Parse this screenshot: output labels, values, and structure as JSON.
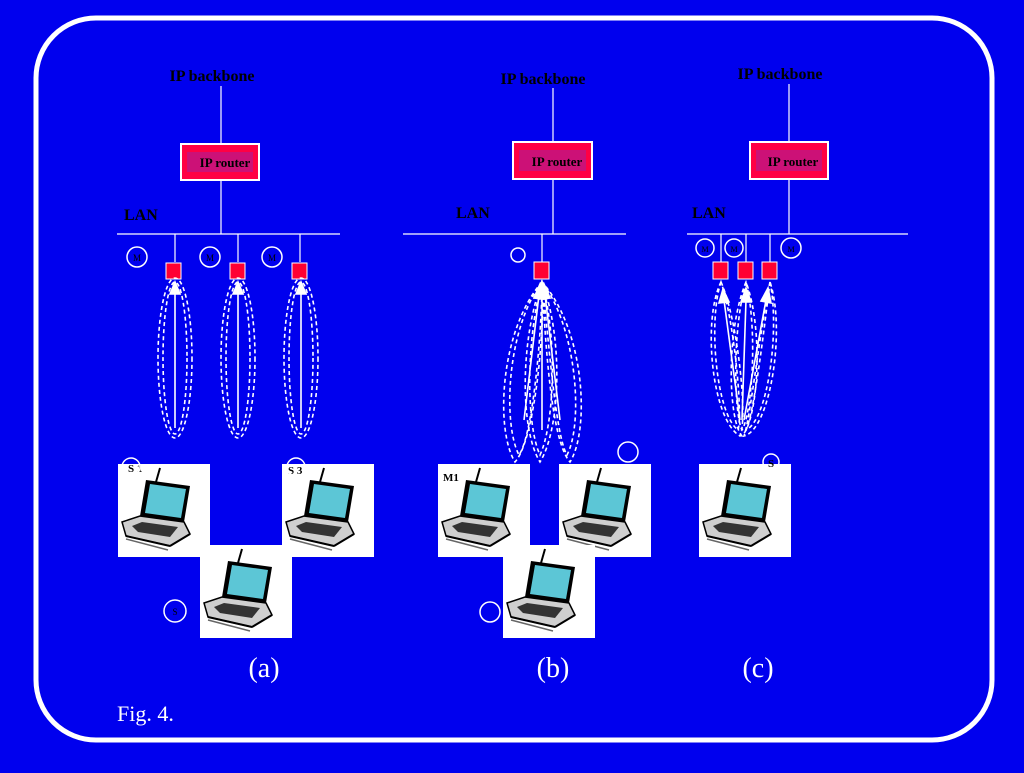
{
  "colors": {
    "background": "#0000ee",
    "frame": "#ffffff",
    "router_outer": "#ff0044",
    "router_inner": "#cc1177",
    "dashed": "#ffffff"
  },
  "figure_caption": "Fig. 4.",
  "panels": [
    {
      "id": "a",
      "label": "(a)",
      "backbone_label": "IP backbone",
      "router_label": "IP router",
      "lan_label": "LAN",
      "circle_labels": [
        "M",
        "M",
        "M"
      ],
      "laptop_labels": [
        "S 1",
        "S 3"
      ],
      "extra_circle_label": "S"
    },
    {
      "id": "b",
      "label": "(b)",
      "backbone_label": "IP backbone",
      "router_label": "IP router",
      "lan_label": "LAN",
      "circle_labels": [
        ""
      ],
      "laptop_labels": [
        "M1"
      ],
      "extra_circle_label": ""
    },
    {
      "id": "c",
      "label": "(c)",
      "backbone_label": "IP backbone",
      "router_label": "IP router",
      "lan_label": "LAN",
      "circle_labels": [
        "M",
        "M",
        "M"
      ],
      "laptop_labels": [
        "S"
      ],
      "extra_circle_label": ""
    }
  ]
}
